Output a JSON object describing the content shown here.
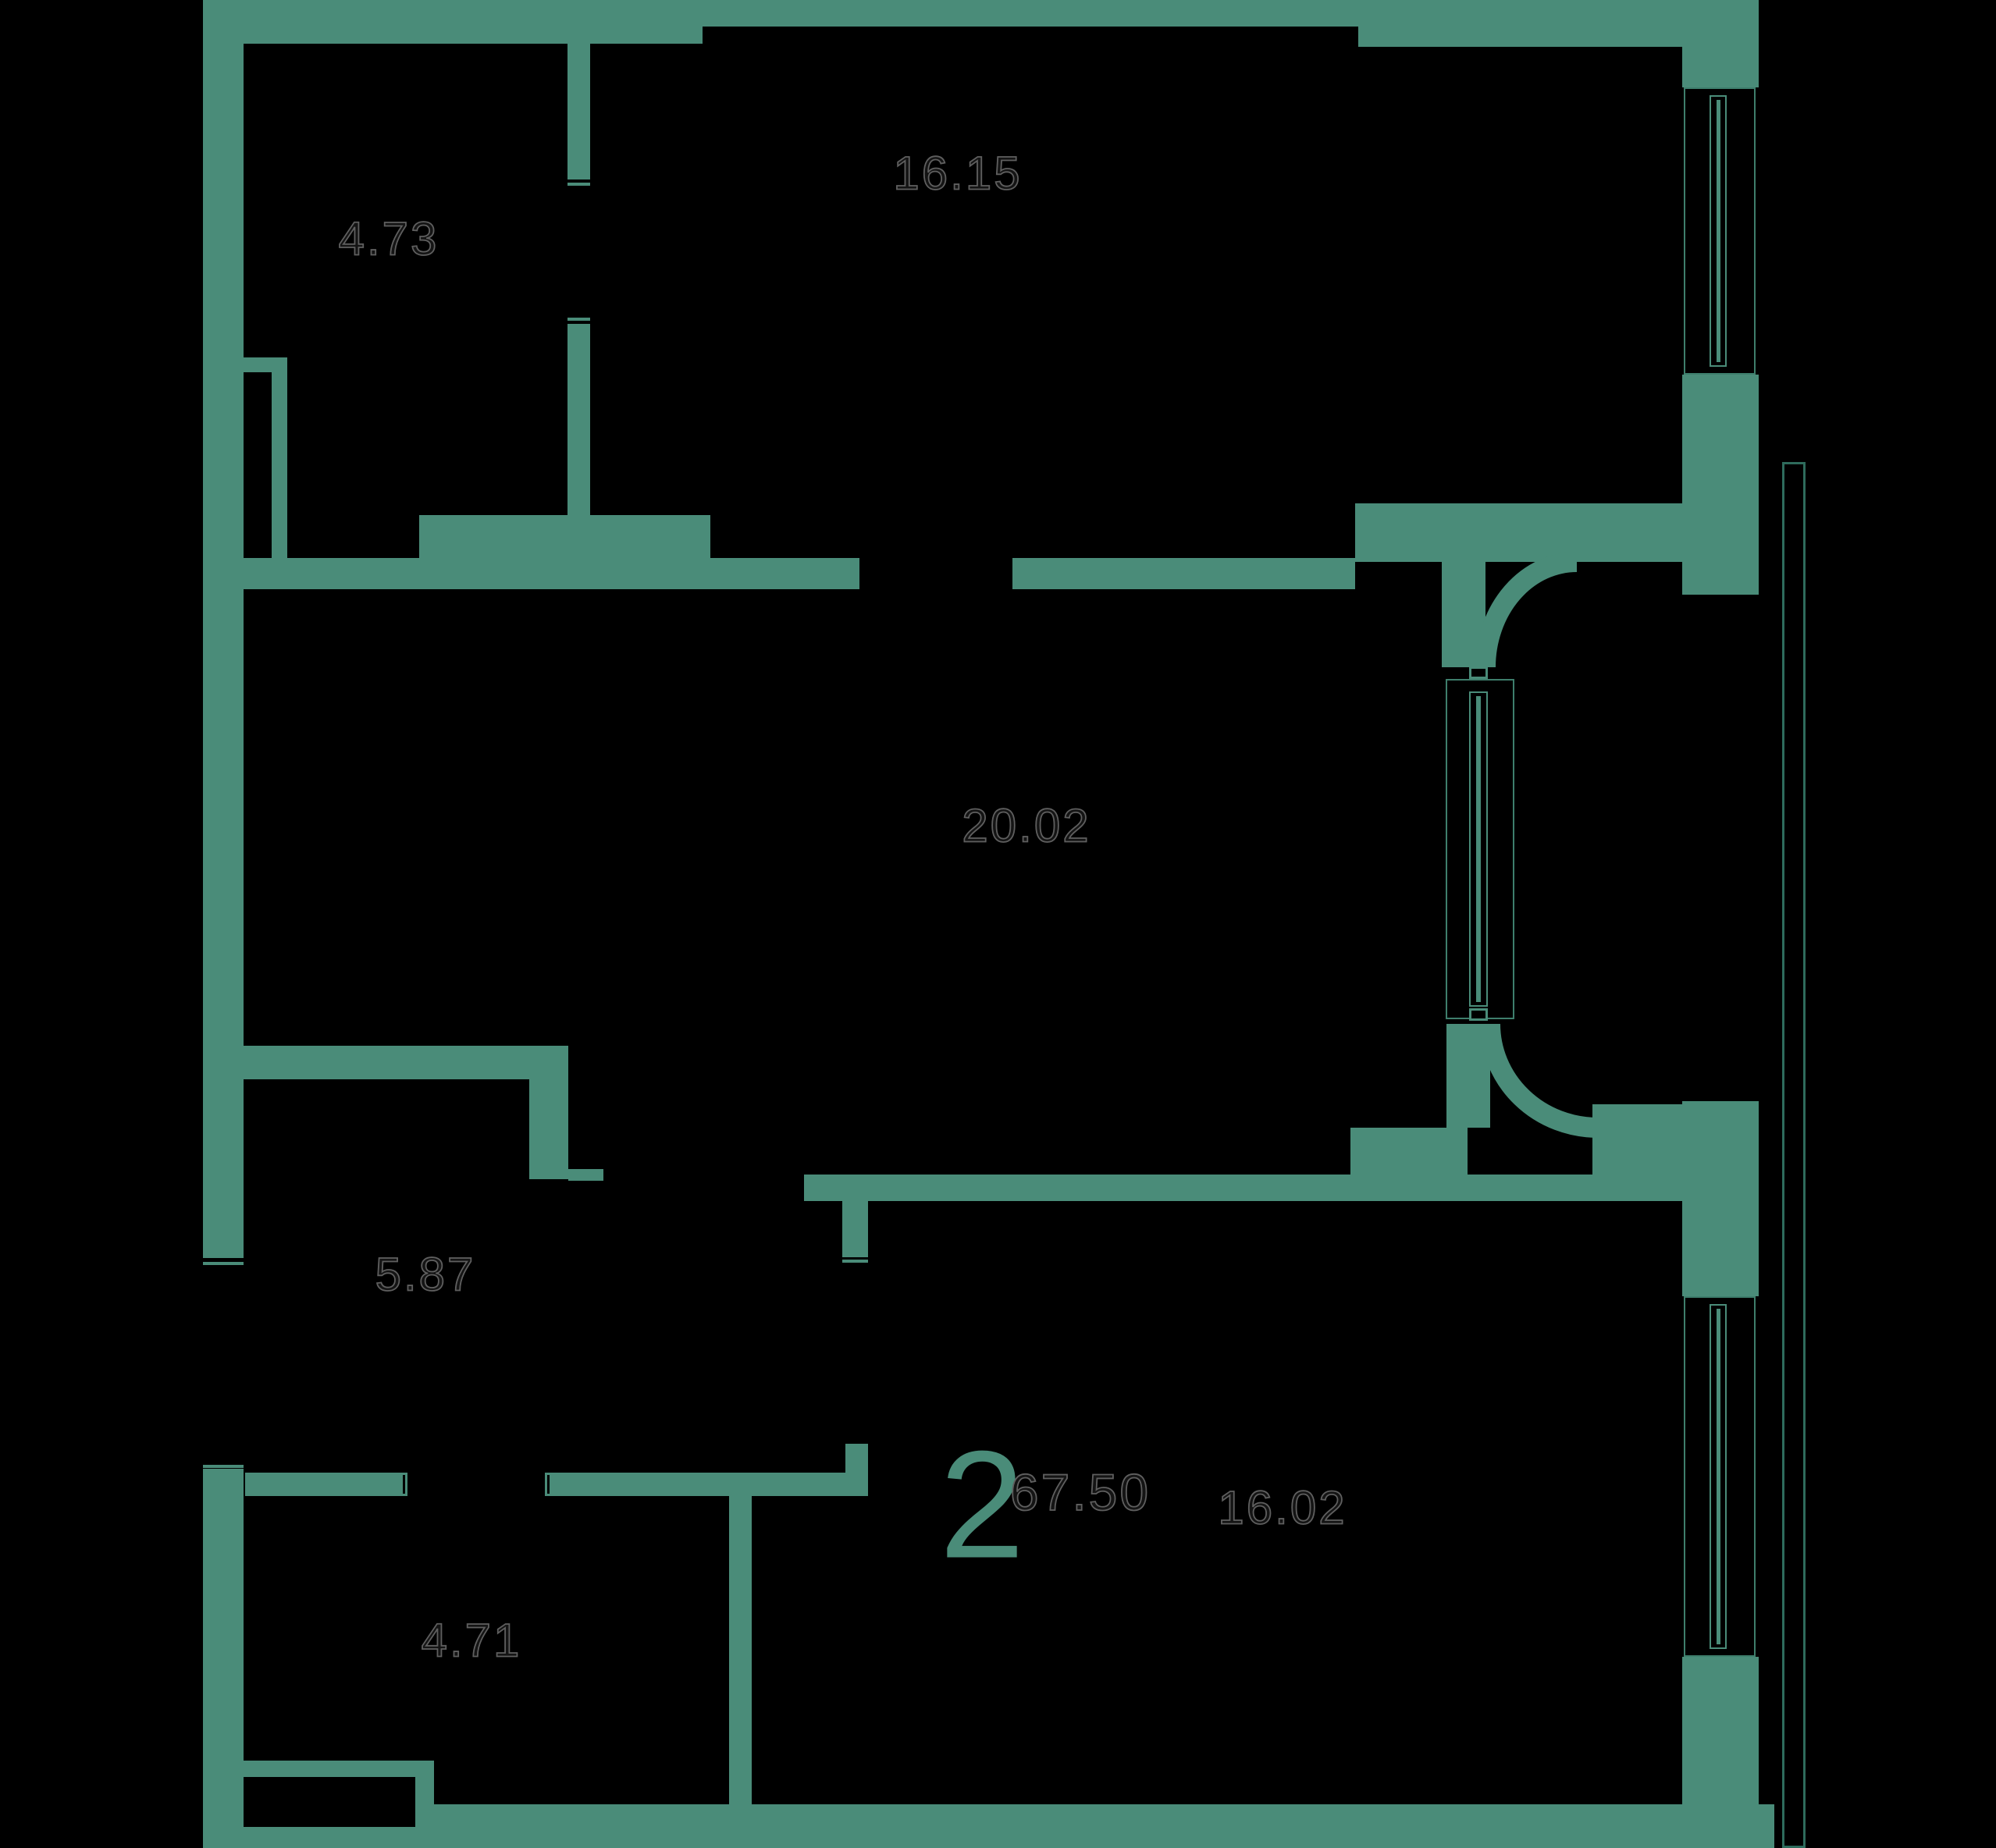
{
  "floorplan": {
    "apartment": {
      "number": "2",
      "total_area": "67.50"
    },
    "rooms": [
      {
        "id": "room-top-left",
        "area": "4.73"
      },
      {
        "id": "room-top-center",
        "area": "16.15"
      },
      {
        "id": "room-living",
        "area": "20.02"
      },
      {
        "id": "room-hallway",
        "area": "5.87"
      },
      {
        "id": "room-bottom-left",
        "area": "4.71"
      },
      {
        "id": "room-bottom-right",
        "area": "16.02"
      }
    ],
    "colors": {
      "wall": "#4A8C79",
      "background": "#000000",
      "area_label_stroke": "#5f5f5f",
      "apartment_number": "#4A8C79",
      "balcony_rail": "#2E6B5C"
    },
    "icons": [
      "window-icon",
      "door-swing-arc-icon",
      "balcony-rail-icon",
      "door-frame-tick-icon"
    ]
  }
}
